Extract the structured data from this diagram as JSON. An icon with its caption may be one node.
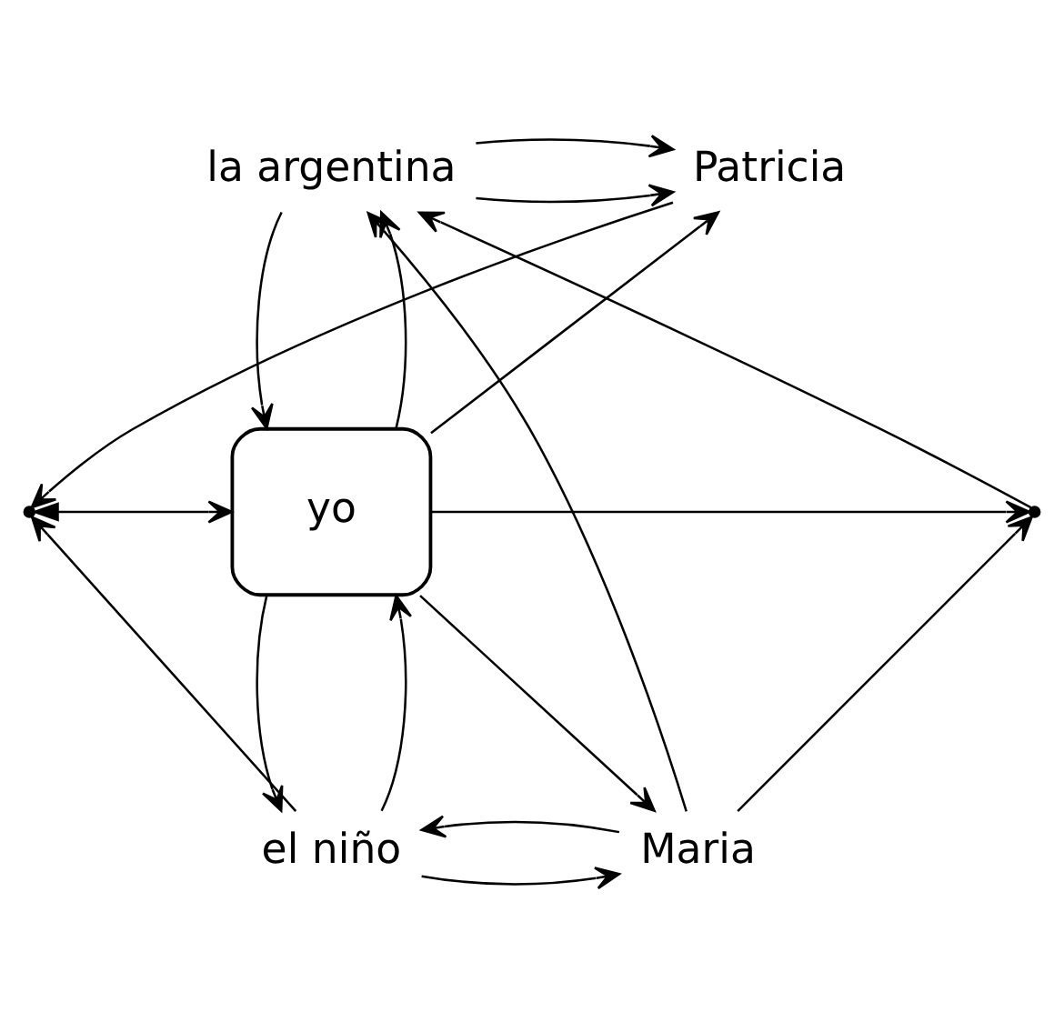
{
  "diagram": {
    "nodes": [
      {
        "text": [
          "Patricia"
        ]
      },
      {
        "text": [
          "la argentina"
        ]
      },
      {
        "text": [],
        "shape": "point"
      },
      {
        "text": [
          "yo"
        ]
      },
      {
        "text": [],
        "shape": "point"
      },
      {
        "text": [
          "el niño"
        ]
      },
      {
        "text": [
          "Maria"
        ]
      }
    ],
    "edges": [
      {
        "from": 1,
        "to": 0,
        "arrow": "to"
      },
      {
        "from": 1,
        "to": 0,
        "arrow": "to"
      },
      {
        "from": 3,
        "to": 0,
        "arrow": "to"
      },
      {
        "from": 0,
        "to": 2,
        "arrow": "to"
      },
      {
        "from": 5,
        "to": 2,
        "arrow": "to"
      },
      {
        "from": 2,
        "to": 3,
        "arrow": "both"
      },
      {
        "from": 3,
        "to": 1,
        "arrow": "to"
      },
      {
        "from": 1,
        "to": 3,
        "arrow": "to"
      },
      {
        "from": 3,
        "to": 4,
        "arrow": "to"
      },
      {
        "from": 6,
        "to": 4,
        "arrow": "to"
      },
      {
        "from": 4,
        "to": 1,
        "arrow": "to"
      },
      {
        "from": 6,
        "to": 1,
        "arrow": "to"
      },
      {
        "from": 3,
        "to": 6,
        "arrow": "to"
      },
      {
        "from": 3,
        "to": 5,
        "arrow": "to"
      },
      {
        "from": 5,
        "to": 3,
        "arrow": "to"
      },
      {
        "from": 5,
        "to": 6,
        "arrow": "to"
      },
      {
        "from": 6,
        "to": 5,
        "arrow": "to"
      }
    ]
  }
}
